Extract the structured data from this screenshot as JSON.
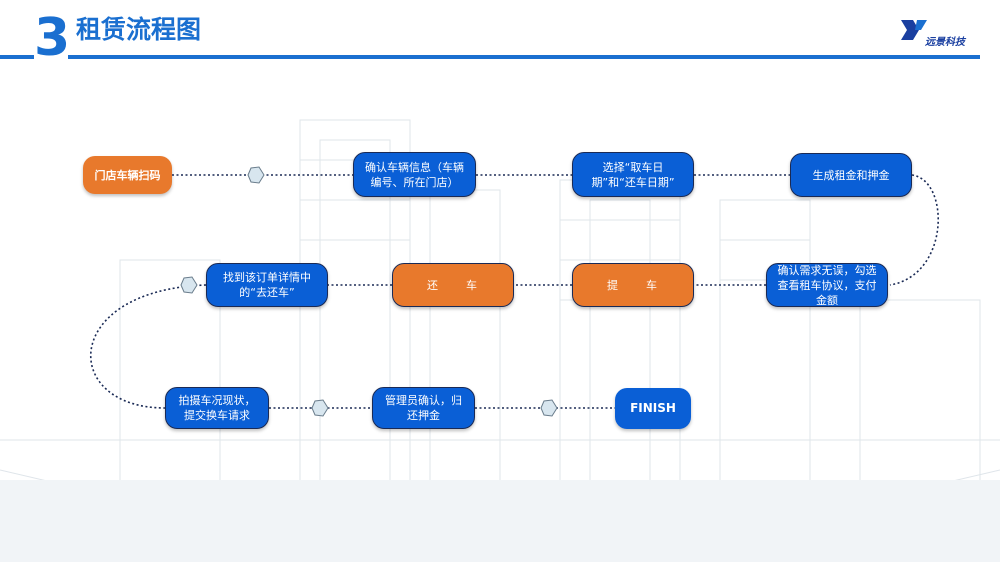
{
  "header": {
    "number": "3",
    "title": "租赁流程图",
    "logo_text": "远景科技"
  },
  "flow": {
    "nodes": [
      {
        "id": "n1",
        "label": "门店车辆扫码"
      },
      {
        "id": "n2",
        "label": "确认车辆信息（车辆编号、所在门店）"
      },
      {
        "id": "n3",
        "label": "选择“取车日期”和“还车日期”"
      },
      {
        "id": "n4",
        "label": "生成租金和押金"
      },
      {
        "id": "n5",
        "label": "确认需求无误，勾选查看租车协议，支付金额"
      },
      {
        "id": "n6",
        "label": "提　　车"
      },
      {
        "id": "n7",
        "label": "还　　车"
      },
      {
        "id": "n8",
        "label": "找到该订单详情中的“去还车”"
      },
      {
        "id": "n9",
        "label": "拍摄车况现状，提交换车请求"
      },
      {
        "id": "n10",
        "label": "管理员确认，归还押金"
      },
      {
        "id": "n11",
        "label": "FINISH"
      }
    ]
  },
  "colors": {
    "brand_blue": "#1a6fd0",
    "node_blue": "#0a5fd6",
    "node_orange": "#e8792c",
    "connector": "#1a2a55"
  }
}
